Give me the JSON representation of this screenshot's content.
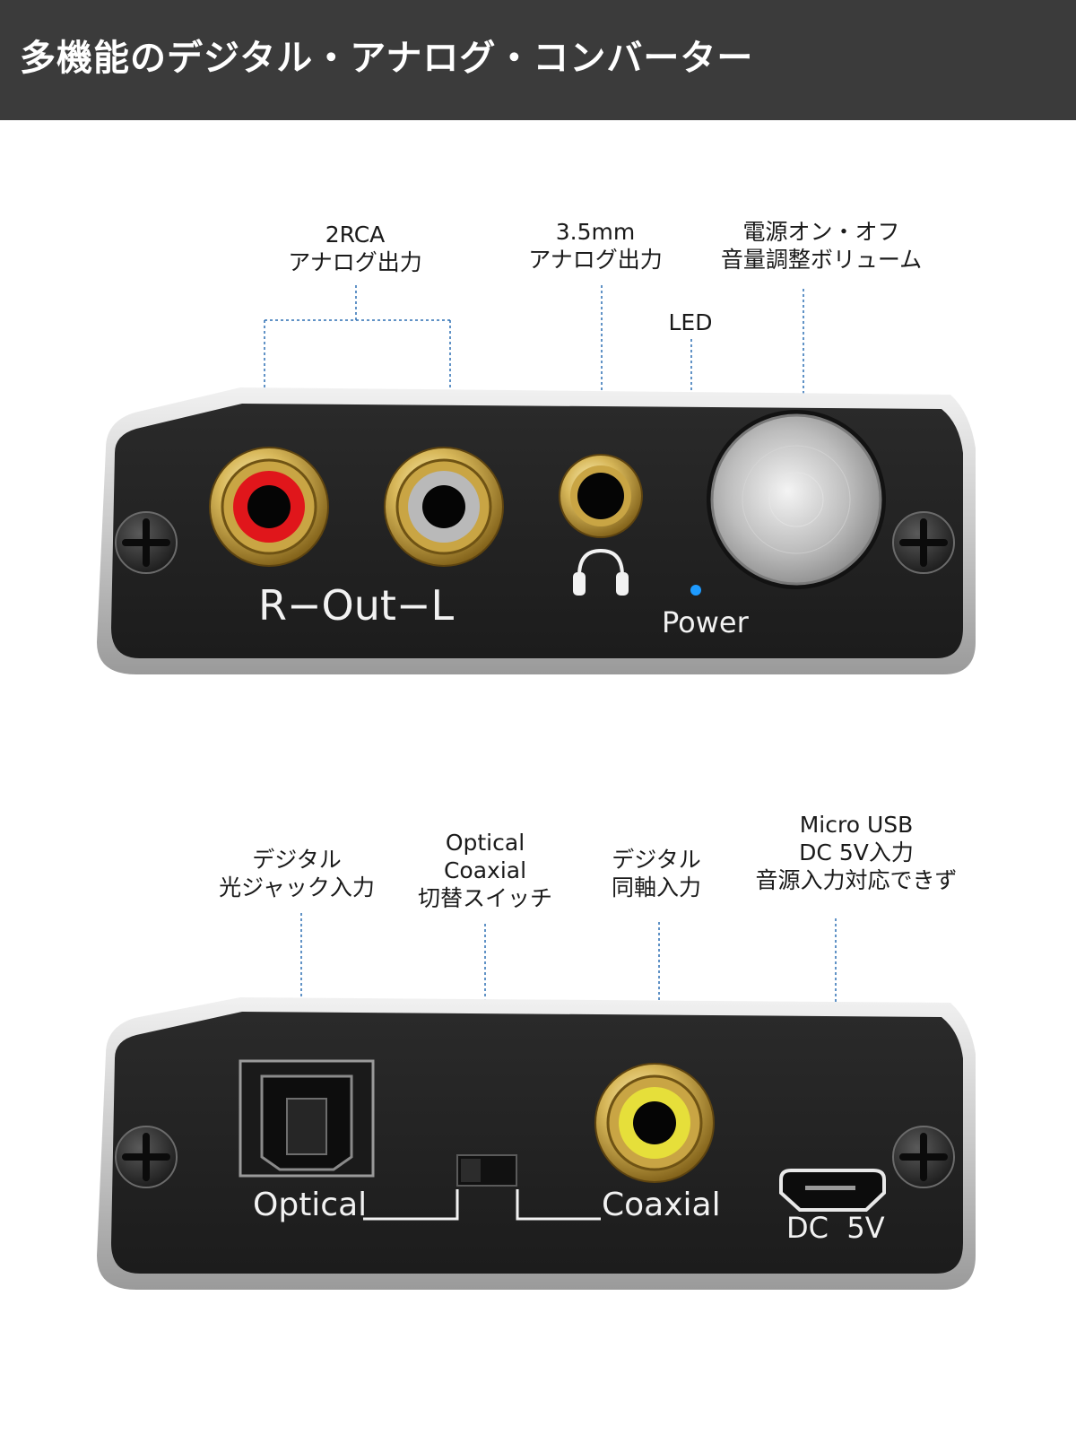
{
  "header": {
    "title": "多機能のデジタル・アナログ・コンバーター"
  },
  "front_panel": {
    "rca_callout": [
      "2RCA",
      "アナログ出力"
    ],
    "jack_callout": [
      "3.5mm",
      "アナログ出力"
    ],
    "knob_callout": [
      "電源オン・オフ",
      "音量調整ボリューム"
    ],
    "led_callout": "LED",
    "rca_label": "R−Out−L",
    "power_label": "Power",
    "colors": {
      "rca_right": "#e0161b",
      "rca_left": "#b9b9b9",
      "led": "#1e9bff"
    }
  },
  "back_panel": {
    "optical_callout": [
      "デジタル",
      "光ジャック入力"
    ],
    "switch_callout": [
      "Optical",
      "Coaxial",
      "切替スイッチ"
    ],
    "coaxial_callout": [
      "デジタル",
      "同軸入力"
    ],
    "usb_callout": [
      "Micro USB",
      "DC 5V入力",
      "音源入力対応できず"
    ],
    "optical_label": "Optical",
    "coaxial_label": "Coaxial",
    "dc_label": "DC  5V",
    "colors": {
      "coaxial_insert": "#e6df3a"
    }
  }
}
